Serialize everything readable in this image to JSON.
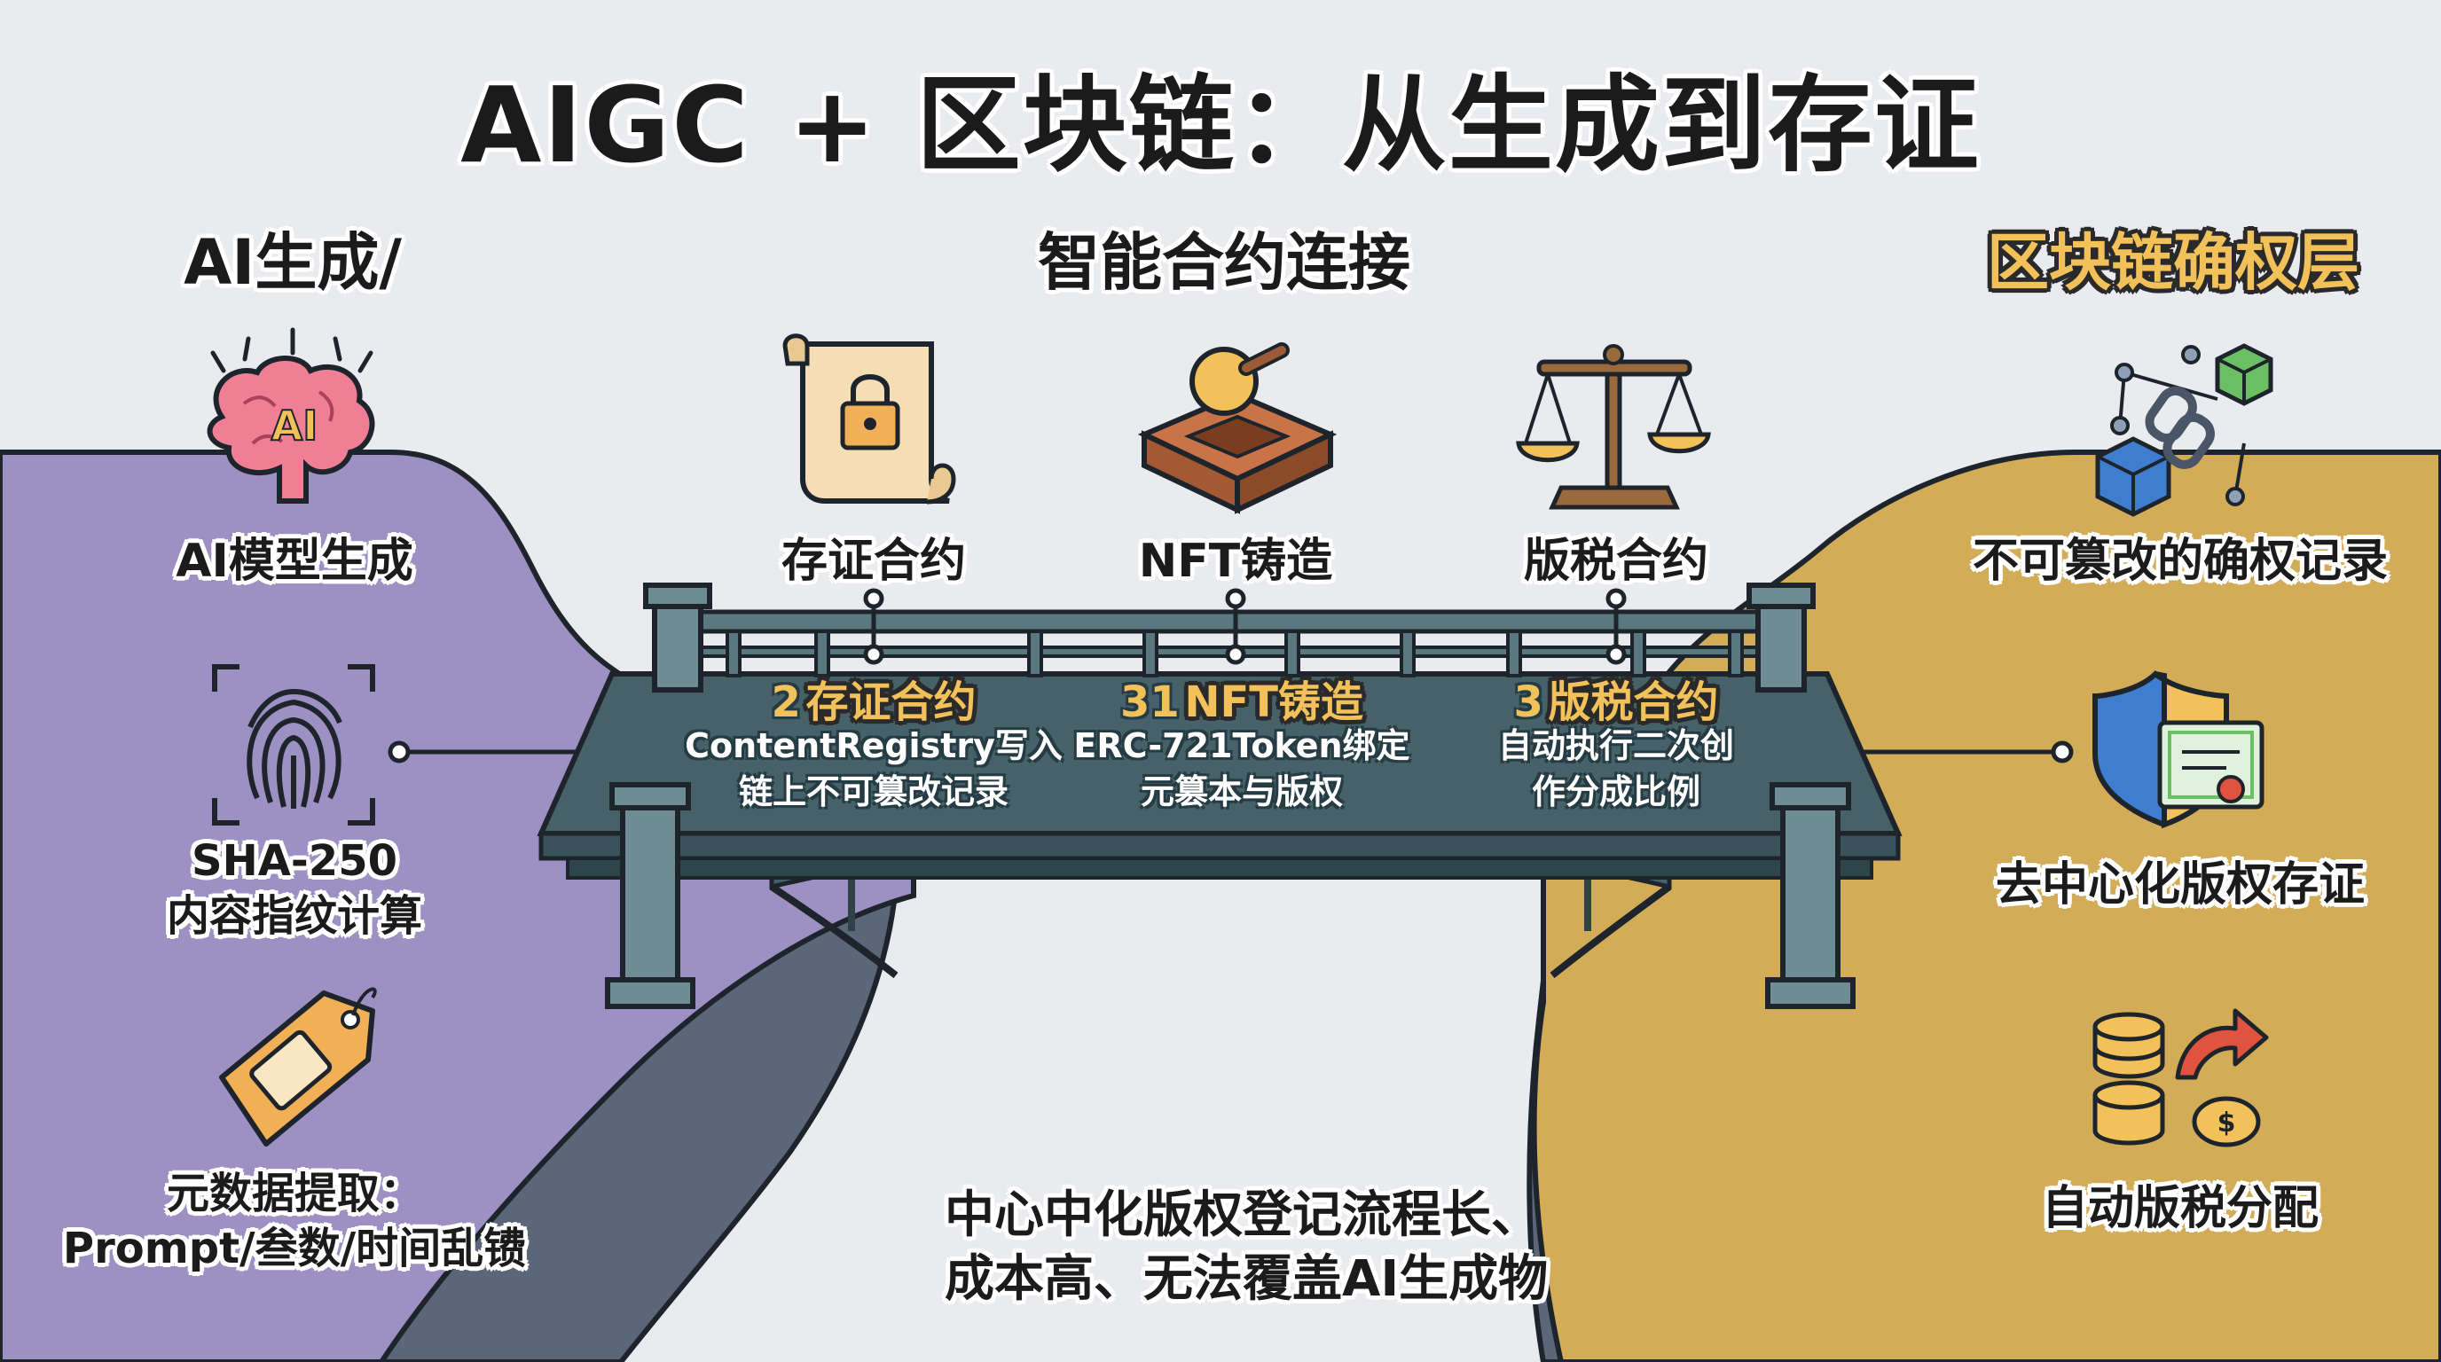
{
  "title": "AIGC + 区块链：从生成到存证",
  "columns": {
    "left": "AI生成/",
    "middle": "智能合约连接",
    "right": "区块链确权层"
  },
  "left_items": [
    {
      "icon": "brain-icon",
      "icon_text": "AI",
      "label": "AI模型生成"
    },
    {
      "icon": "fingerprint-icon",
      "label_line1": "SHA-250",
      "label_line2": "内容指纹计算"
    },
    {
      "icon": "price-tag-icon",
      "label_line1": "元数据提取：",
      "label_line2": "Prompt/叁数/时间乱镄"
    }
  ],
  "middle_items": [
    {
      "icon": "scroll-lock-icon",
      "label": "存证合约"
    },
    {
      "icon": "stamp-icon",
      "label": "NFT铸造"
    },
    {
      "icon": "scales-icon",
      "label": "版税合约"
    }
  ],
  "bridge_steps": [
    {
      "number": "2",
      "title": "存证合约",
      "line1": "ContentRegistry写入",
      "line2": "链上不可篡改记录"
    },
    {
      "number": "31",
      "title": "NFT铸造",
      "line1": "ERC-721Token绑定",
      "line2": "元篡本与版权"
    },
    {
      "number": "3",
      "title": "版税合约",
      "line1": "自动执行二次创",
      "line2": "作分成比例"
    }
  ],
  "right_items": [
    {
      "icon": "blockchain-cubes-icon",
      "label": "不可篡改的确权记录"
    },
    {
      "icon": "shield-certificate-icon",
      "label": "去中心化版权存证"
    },
    {
      "icon": "coins-arrow-icon",
      "label": "自动版税分配"
    }
  ],
  "gap_note": {
    "line1": "中心中化版权登记流程长、",
    "line2": "成本高、无法覆盖AI生成物"
  },
  "colors": {
    "left_cliff": "#9d90c3",
    "right_cliff": "#d3ac57",
    "rock": "#5b6678",
    "bridge": "#466168",
    "accent_gold": "#f2c15a",
    "background": "#e9ebef"
  }
}
